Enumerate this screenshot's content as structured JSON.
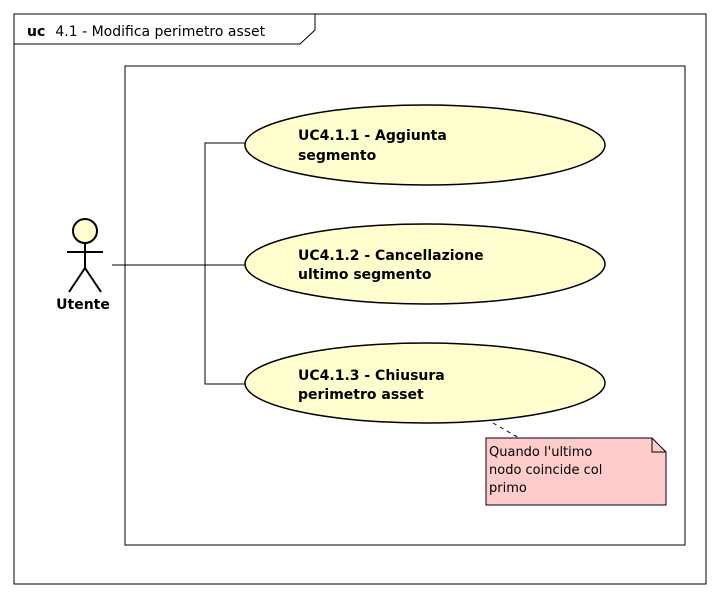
{
  "frame": {
    "keyword": "uc",
    "title": "4.1 - Modifica perimetro asset"
  },
  "actor": {
    "name": "Utente"
  },
  "use_cases": [
    {
      "line1": "UC4.1.1 - Aggiunta",
      "line2": "segmento"
    },
    {
      "line1": "UC4.1.2 - Cancellazione",
      "line2": "ultimo segmento"
    },
    {
      "line1": "UC4.1.3 - Chiusura",
      "line2": "perimetro asset"
    }
  ],
  "note": {
    "lines": [
      "Quando l'ultimo",
      "nodo coincide col",
      "primo"
    ]
  },
  "colors": {
    "usecase_fill": "#FEFECE",
    "actor_fill": "#FEFECE",
    "note_fill": "#FFCCCC",
    "stroke": "#000000"
  }
}
